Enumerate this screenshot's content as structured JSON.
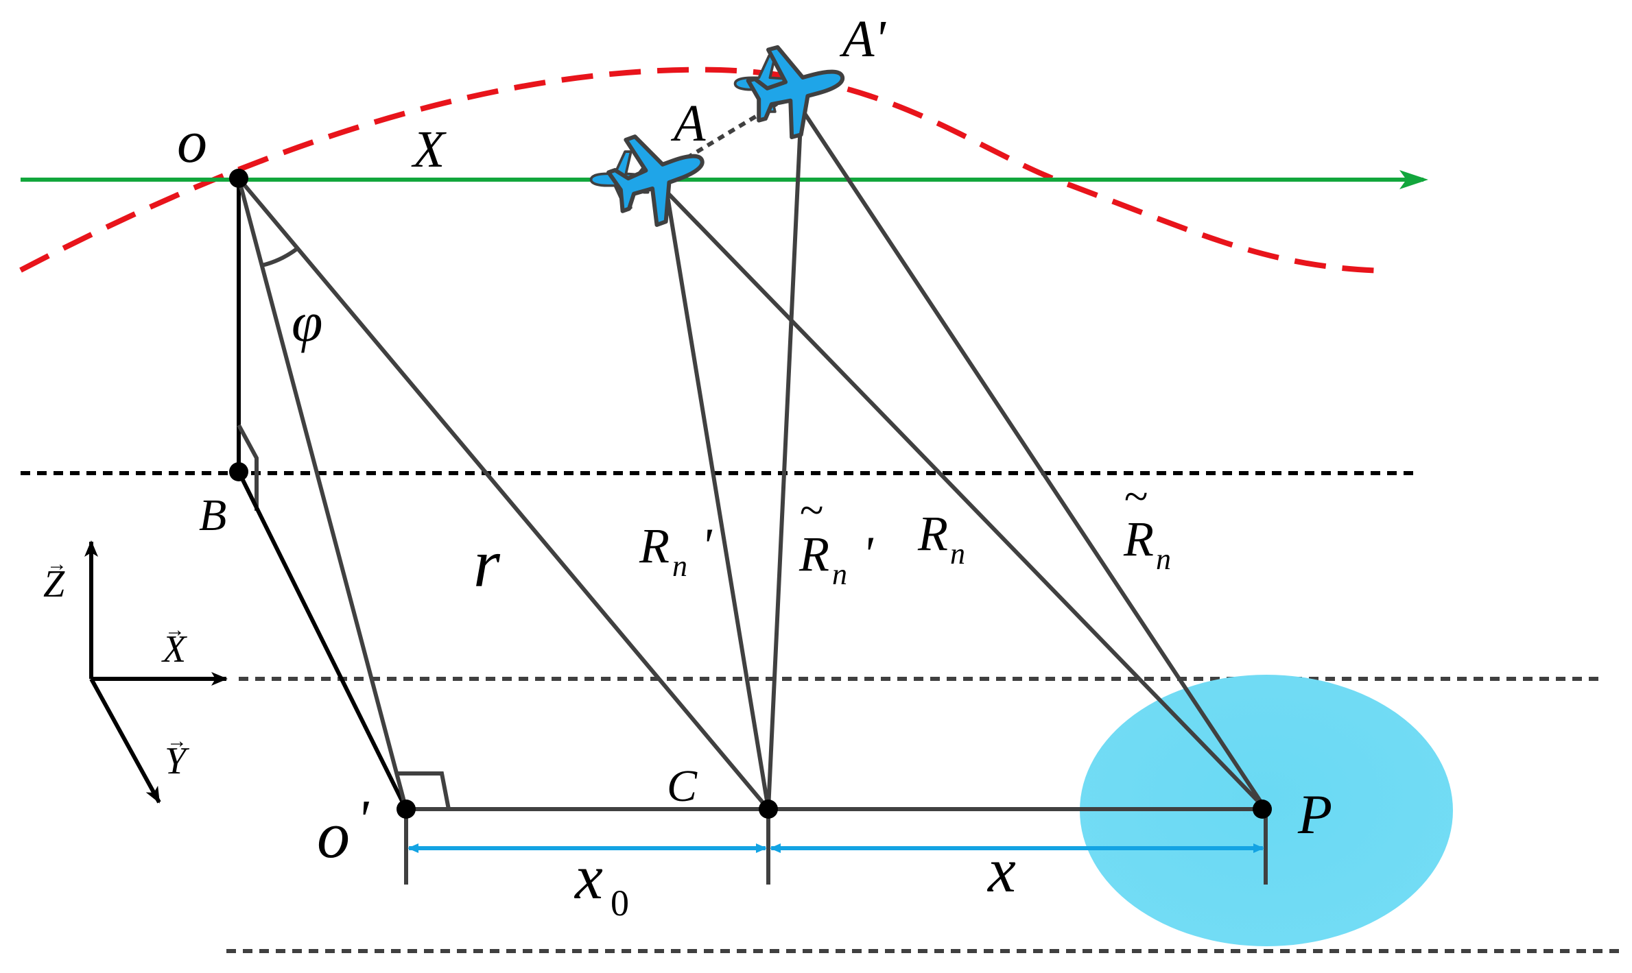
{
  "labels": {
    "origin": "o",
    "x_axis": "X",
    "aircraft_a": "A",
    "aircraft_a_prime": "A'",
    "angle_phi": "φ",
    "point_b": "B",
    "range_r": "r",
    "r_n_prime_letter": "R",
    "r_n_prime_sub": "n",
    "r_n_prime_mark": "'",
    "r_tilde_n_prime_letter": "R",
    "r_tilde_n_prime_sub": "n",
    "r_tilde_n_prime_mark": "'",
    "r_n_letter": "R",
    "r_n_sub": "n",
    "r_tilde_n_letter": "R",
    "r_tilde_n_sub": "n",
    "tilde": "~",
    "point_c": "C",
    "point_o_prime": "o",
    "point_o_prime_mark": "'",
    "point_p": "P",
    "x0_letter": "x",
    "x0_sub": "0",
    "x_dist": "x",
    "axis_z": "Z",
    "axis_x": "X",
    "axis_y": "Y",
    "vector_arrow": "→"
  },
  "colors": {
    "line": "#404040",
    "black": "#000000",
    "trajectory": "#e8141b",
    "x_axis": "#12a63c",
    "aircraft": "#1fa5e8",
    "target_area": "#6ad9f3",
    "dimension": "#13a3e3"
  },
  "icons": [
    "airplane-icon"
  ]
}
